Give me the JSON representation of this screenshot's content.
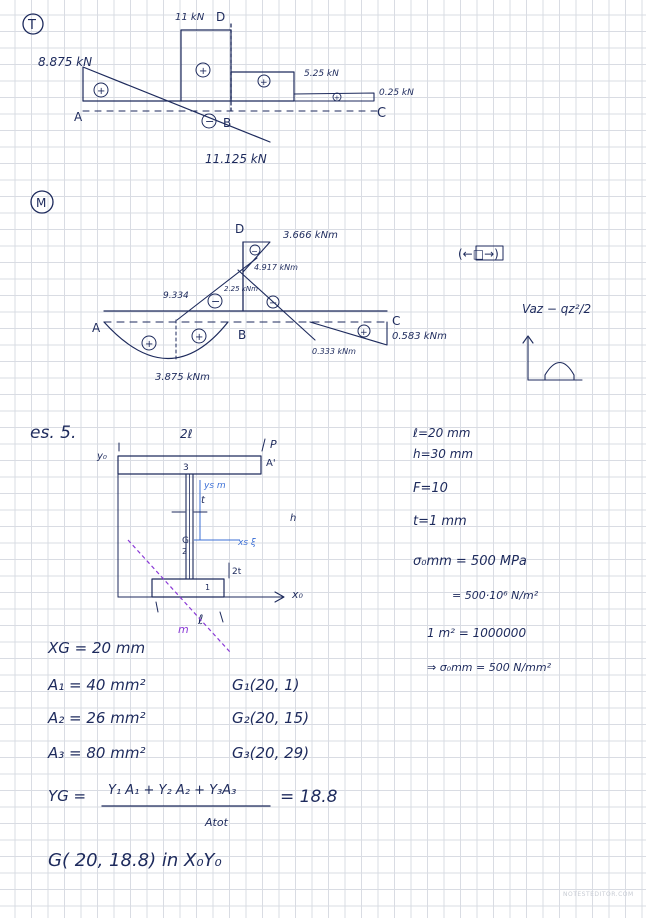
{
  "shear": {
    "section_mark": "T",
    "left_value": "8.875 kN",
    "top_value": "11 kN",
    "right_value": "5.25 kN",
    "end_value": "0.25 kN",
    "bottom_value": "11.125 kN",
    "point_a": "A",
    "point_b": "B",
    "point_c": "C",
    "point_d": "D",
    "sign_plus": "+",
    "sign_minus": "−"
  },
  "moment": {
    "section_mark": "M",
    "point_d": "D",
    "point_a": "A",
    "point_b": "B",
    "point_c": "C",
    "v_top": "3.666 kNm",
    "v_mid": "4.917 kNm",
    "left_top": "9.334",
    "center_top": "2.25 kNm",
    "right_low": "0.333 kNm",
    "right_end": "0.583 kNm",
    "bottom": "3.875 kNm",
    "formula": "Vaz − qz²/2",
    "sign_convention": "(←□→)"
  },
  "section": {
    "exercise": "es. 5.",
    "width_label": "2ℓ",
    "y0": "y₀",
    "p_label": "P",
    "a_label": "A'",
    "x0": "x₀",
    "plate_1": "1",
    "plate_2": "2",
    "plate_3": "3",
    "ys_label": "ys m",
    "t_label": "t",
    "xs_label": "xs ξ",
    "g_label": "G",
    "two_t": "2t",
    "h_label": "h",
    "l_label": "ℓ",
    "m_label": "m"
  },
  "givens": [
    "ℓ=20 mm",
    "h=30 mm",
    "F=10",
    "t=1 mm",
    "σ₀mm = 500 MPa",
    "= 500·10⁶ N/m²",
    "1 m² = 1000000",
    "⇒ σ₀mm = 500 N/mm²"
  ],
  "calc": {
    "xg": "XG = 20 mm",
    "a1": "A₁ = 40 mm²",
    "a2": "A₂ = 26 mm²",
    "a3": "A₃ = 80 mm²",
    "g1": "G₁(20, 1)",
    "g2": "G₂(20, 15)",
    "g3": "G₃(20, 29)",
    "yg_label": "YG =",
    "yg_numerator": "Y₁ A₁ + Y₂ A₂ + Y₃A₃",
    "yg_denominator": "Atot",
    "yg_result": "= 18.8",
    "result": "G( 20, 18.8) in X₀Y₀"
  },
  "footer": {
    "watermark": "NOTESTEDITOR.COM"
  },
  "colors": {
    "ink": "#1d2a5c",
    "blue_ink": "#3b6fd6",
    "purple_ink": "#8a3ad6",
    "grid": "#d9dce3"
  }
}
